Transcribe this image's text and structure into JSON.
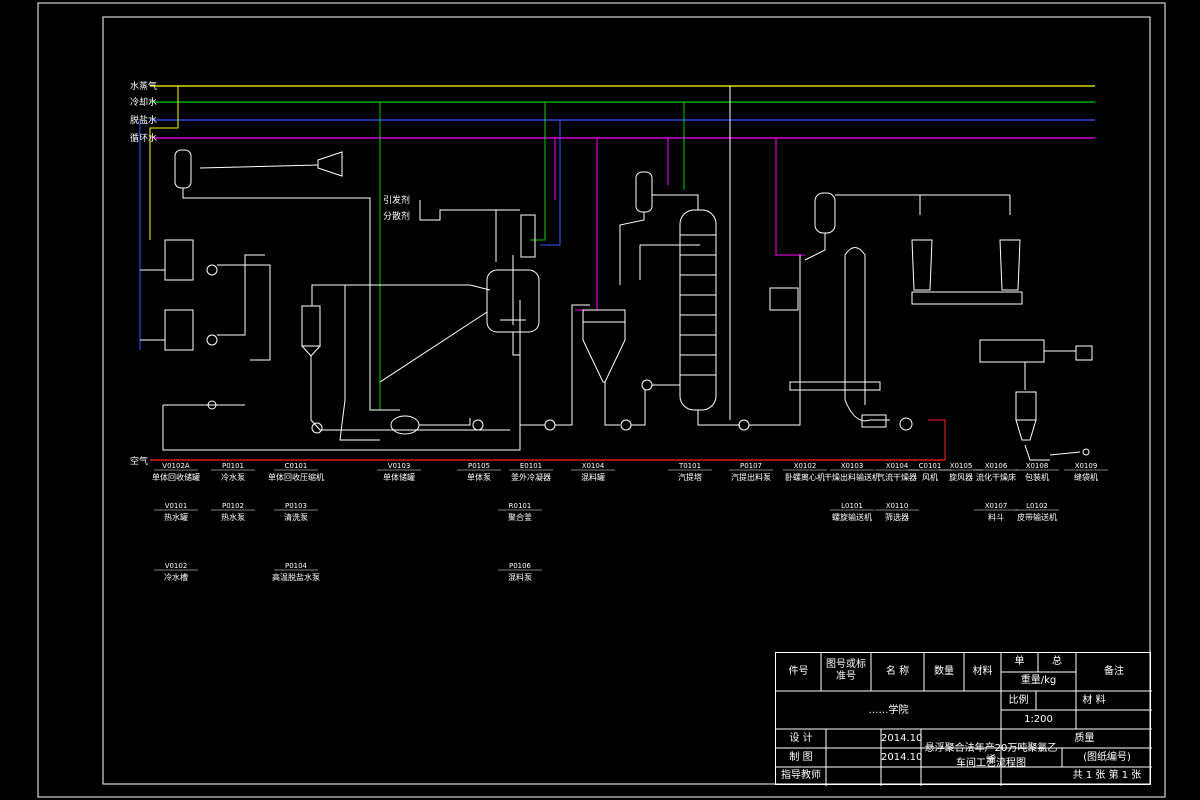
{
  "utility_lines": [
    {
      "label": "水蒸气",
      "color": "#ffff00"
    },
    {
      "label": "冷却水",
      "color": "#00cc00"
    },
    {
      "label": "脱盐水",
      "color": "#3355ff"
    },
    {
      "label": "循环水",
      "color": "#ff00ff"
    }
  ],
  "air_line_label": "空气",
  "inlets": [
    "引发剂",
    "分散剂"
  ],
  "equipment_rows": [
    [
      {
        "code": "V0102A",
        "name": "单体回收储罐"
      },
      {
        "code": "P0101",
        "name": "冷水泵"
      },
      {
        "code": "C0101",
        "name": "单体回收压缩机"
      },
      {
        "code": "V0103",
        "name": "单体储罐"
      },
      {
        "code": "P0105",
        "name": "单体泵"
      },
      {
        "code": "E0101",
        "name": "釜外冷凝器"
      },
      {
        "code": "X0104",
        "name": "混料罐"
      },
      {
        "code": "T0101",
        "name": "汽提塔"
      },
      {
        "code": "P0107",
        "name": "汽提出料泵"
      },
      {
        "code": "X0102",
        "name": "卧螺离心机"
      },
      {
        "code": "X0103",
        "name": "干燥出料输送机"
      },
      {
        "code": "X0104",
        "name": "气流干燥器"
      },
      {
        "code": "C0101",
        "name": "风机"
      },
      {
        "code": "X0105",
        "name": "旋风器"
      },
      {
        "code": "X0106",
        "name": "流化干燥床"
      },
      {
        "code": "X0108",
        "name": "包装机"
      },
      {
        "code": "X0109",
        "name": "缝袋机"
      }
    ],
    [
      {
        "code": "V0101",
        "name": "热水罐"
      },
      {
        "code": "P0102",
        "name": "热水泵"
      },
      {
        "code": "P0103",
        "name": "清洗泵"
      },
      {
        "code": "R0101",
        "name": "聚合釜"
      },
      {
        "code": "L0101",
        "name": "螺旋输送机"
      },
      {
        "code": "X0110",
        "name": "筛选器"
      },
      {
        "code": "X0107",
        "name": "料斗"
      },
      {
        "code": "L0102",
        "name": "皮带输送机"
      }
    ],
    [
      {
        "code": "V0102",
        "name": "冷水槽"
      },
      {
        "code": "P0104",
        "name": "高温脱盐水泵"
      },
      {
        "code": "P0106",
        "name": "混料泵"
      }
    ]
  ],
  "title_block": {
    "h_seq": "件号",
    "h_drawing_no": "图号或标准号",
    "h_name": "名 称",
    "h_qty": "数量",
    "h_material": "材料",
    "h_single": "单",
    "h_total": "总",
    "h_weight": "重量/kg",
    "h_remarks": "备注",
    "institute": "……学院",
    "h_scale": "比例",
    "h_mat2": "材 料",
    "scale": "1:200",
    "designed_label": "设 计",
    "drawn_label": "制 图",
    "supervisor_label": "指导教师",
    "designed_date": "2014.10",
    "drawn_date": "2014.10",
    "title_line1": "悬浮聚合法年产20万吨聚氯乙烯",
    "title_line2": "车间工艺流程图",
    "h_quality": "质量",
    "drawing_code": "(图纸编号)",
    "sheets": "共 1 张  第 1 张"
  }
}
